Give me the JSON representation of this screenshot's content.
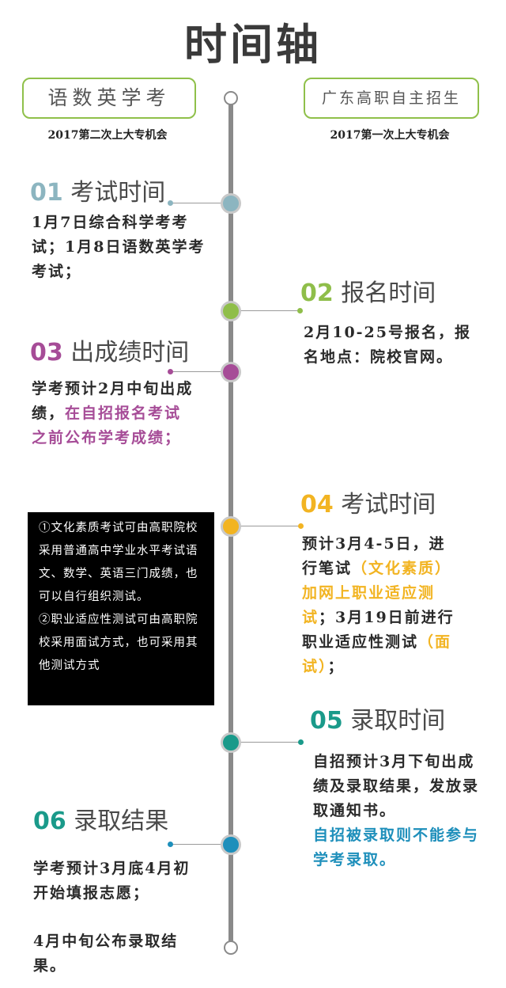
{
  "page_title": "时间轴",
  "left_header": {
    "label": "语数英学考",
    "sub": "2017第二次上大专机会"
  },
  "right_header": {
    "label": "广东高职自主招生",
    "sub": "2017第一次上大专机会"
  },
  "colors": {
    "s01": "#8cb5c0",
    "s02": "#8fbe4a",
    "s03": "#a64c97",
    "s04": "#f2b422",
    "s05": "#1a9a8a",
    "s06": "#1e8fbb",
    "spine": "#8a8a8a"
  },
  "sections": {
    "s01": {
      "num": "01",
      "title": "考试时间",
      "body": "1月7日综合科学考考试；1月8日语数英学考考试；"
    },
    "s02": {
      "num": "02",
      "title": "报名时间",
      "body": "2月10-25号报名，报名地点：院校官网。"
    },
    "s03": {
      "num": "03",
      "title": "出成绩时间",
      "body_plain": "学考预计2月中旬出成绩，",
      "body_highlight": "在自招报名考试之前公布学考成绩；"
    },
    "s04": {
      "num": "04",
      "title": "考试时间",
      "body_a": "预计3月4-5日，进行笔试",
      "body_hl1": "（文化素质）加网上职业适应测试",
      "body_b": "；3月19日前进行职业适应性测试",
      "body_hl2": "（面试）",
      "body_c": "；"
    },
    "s05": {
      "num": "05",
      "title": "录取时间",
      "body_plain": "自招预计3月下旬出成绩及录取结果，发放录取通知书。",
      "body_highlight": "自招被录取则不能参与学考录取。"
    },
    "s06": {
      "num": "06",
      "title": "录取结果",
      "body_1": "学考预计3月底4月初开始填报志愿；",
      "body_2": "4月中旬公布录取结果。"
    }
  },
  "note": {
    "p1": "①文化素质考试可由高职院校采用普通高中学业水平考试语文、数学、英语三门成绩，也可以自行组织测试。",
    "p2": "②职业适应性测试可由高职院校采用面试方式，也可采用其他测试方式"
  }
}
